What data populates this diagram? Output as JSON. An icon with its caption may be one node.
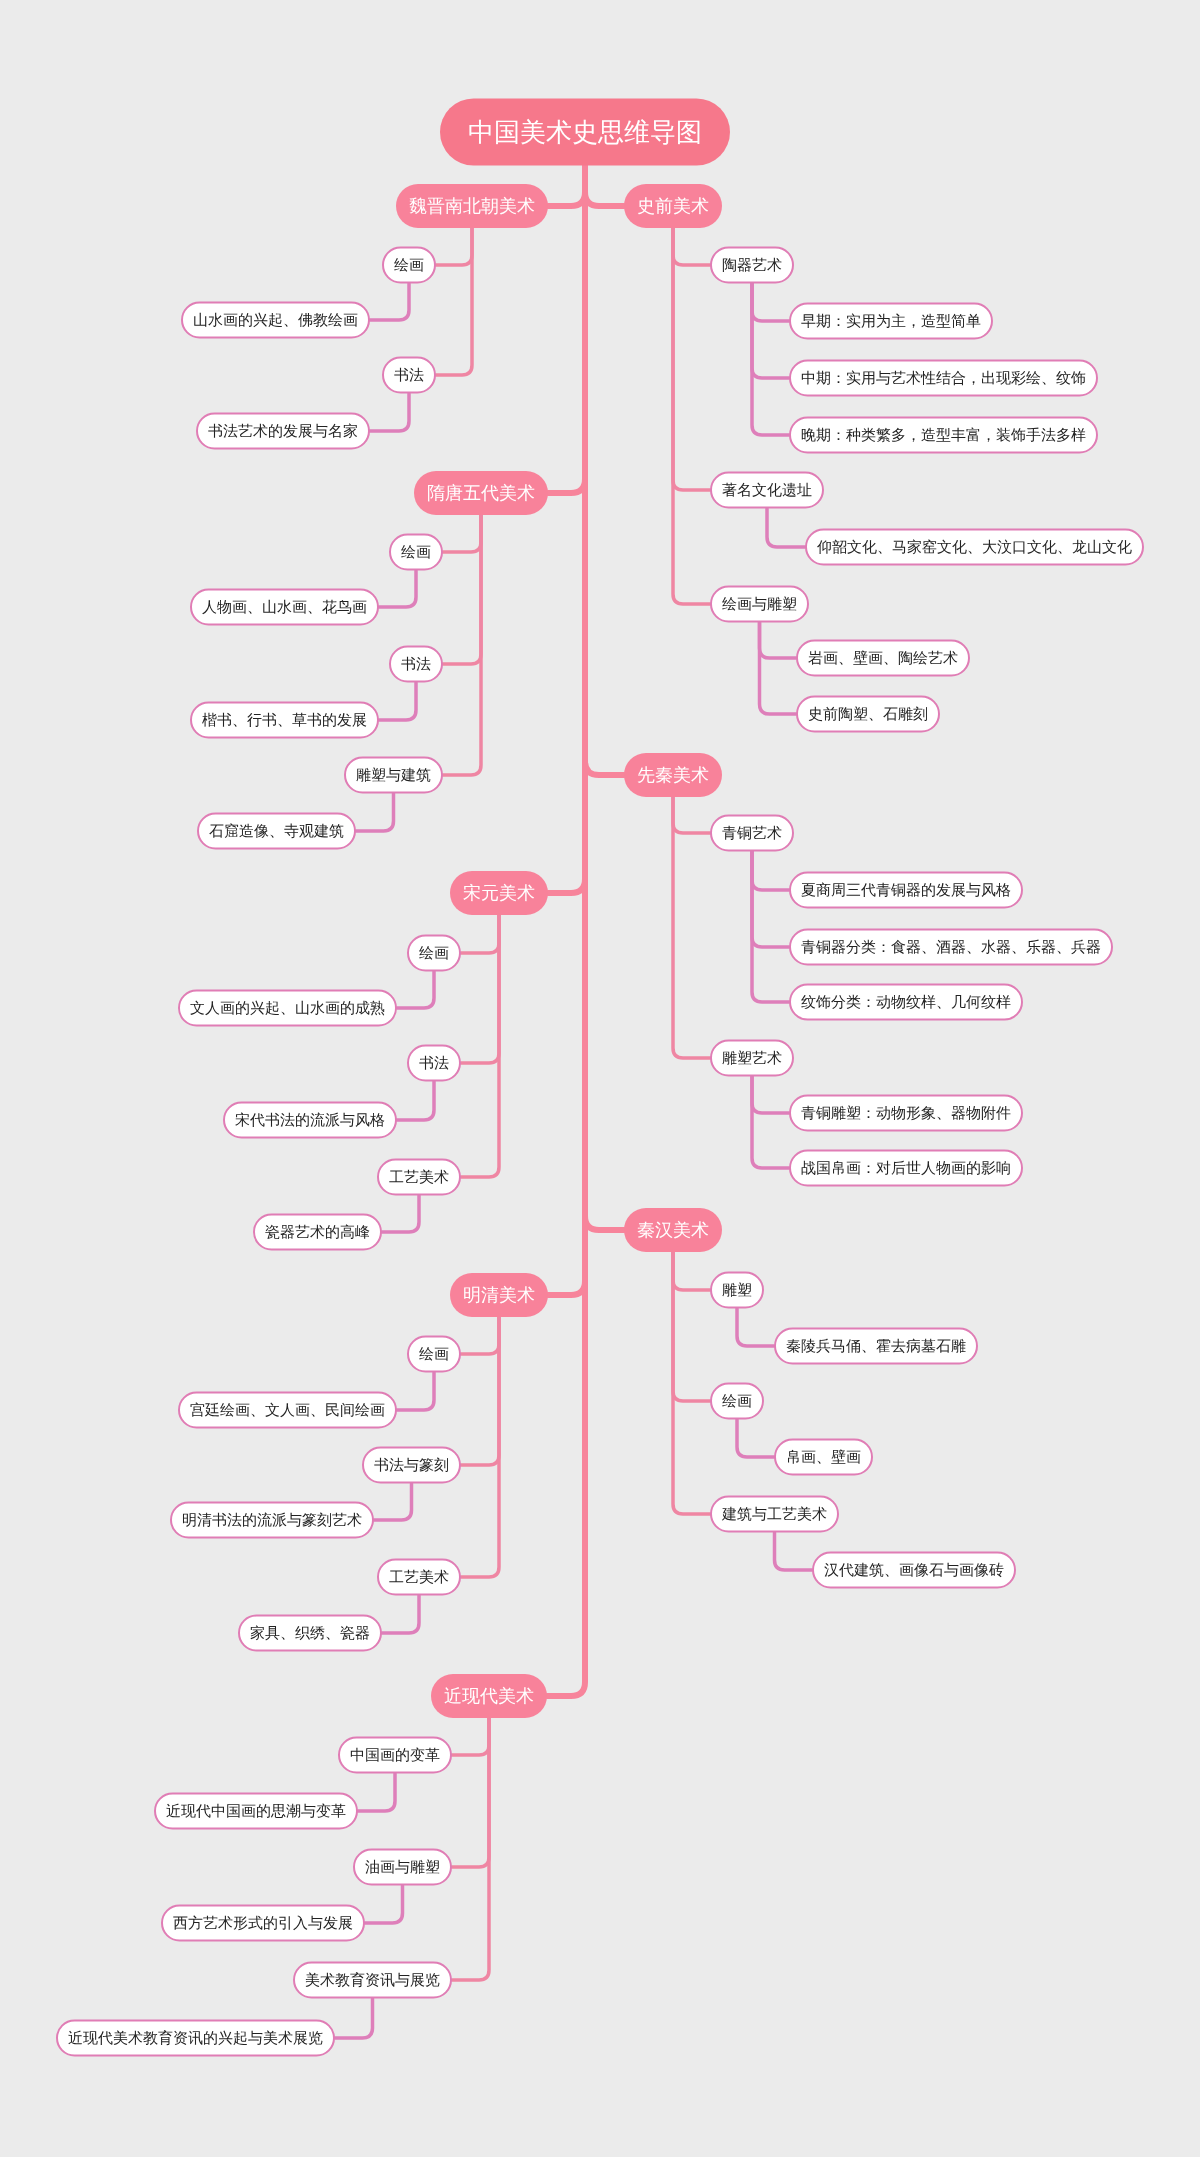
{
  "diagram": {
    "nodes": [
      {
        "text": [
          "中国美术史思维导图"
        ]
      },
      {
        "text": [
          "史前美术"
        ]
      },
      {
        "text": [
          "陶器艺术"
        ]
      },
      {
        "text": [
          "早期：实用为主，造型简单"
        ]
      },
      {
        "text": [
          "中期：实用与艺术性结合，出现彩绘、纹饰"
        ]
      },
      {
        "text": [
          "晚期：种类繁多，造型丰富，装饰手法多样"
        ]
      },
      {
        "text": [
          "著名文化遗址"
        ]
      },
      {
        "text": [
          "仰韶文化、马家窑文化、大汶口文化、龙山文化"
        ]
      },
      {
        "text": [
          "绘画与雕塑"
        ]
      },
      {
        "text": [
          "岩画、壁画、陶绘艺术"
        ]
      },
      {
        "text": [
          "史前陶塑、石雕刻"
        ]
      },
      {
        "text": [
          "先秦美术"
        ]
      },
      {
        "text": [
          "青铜艺术"
        ]
      },
      {
        "text": [
          "夏商周三代青铜器的发展与风格"
        ]
      },
      {
        "text": [
          "青铜器分类：食器、酒器、水器、乐器、兵器"
        ]
      },
      {
        "text": [
          "纹饰分类：动物纹样、几何纹样"
        ]
      },
      {
        "text": [
          "雕塑艺术"
        ]
      },
      {
        "text": [
          "青铜雕塑：动物形象、器物附件"
        ]
      },
      {
        "text": [
          "战国帛画：对后世人物画的影响"
        ]
      },
      {
        "text": [
          "秦汉美术"
        ]
      },
      {
        "text": [
          "雕塑"
        ]
      },
      {
        "text": [
          "秦陵兵马俑、霍去病墓石雕"
        ]
      },
      {
        "text": [
          "绘画"
        ]
      },
      {
        "text": [
          "帛画、壁画"
        ]
      },
      {
        "text": [
          "建筑与工艺美术"
        ]
      },
      {
        "text": [
          "汉代建筑、画像石与画像砖"
        ]
      },
      {
        "text": [
          "魏晋南北朝美术"
        ]
      },
      {
        "text": [
          "绘画"
        ]
      },
      {
        "text": [
          "山水画的兴起、佛教绘画"
        ]
      },
      {
        "text": [
          "书法"
        ]
      },
      {
        "text": [
          "书法艺术的发展与名家"
        ]
      },
      {
        "text": [
          "隋唐五代美术"
        ]
      },
      {
        "text": [
          "绘画"
        ]
      },
      {
        "text": [
          "人物画、山水画、花鸟画"
        ]
      },
      {
        "text": [
          "书法"
        ]
      },
      {
        "text": [
          "楷书、行书、草书的发展"
        ]
      },
      {
        "text": [
          "雕塑与建筑"
        ]
      },
      {
        "text": [
          "石窟造像、寺观建筑"
        ]
      },
      {
        "text": [
          "宋元美术"
        ]
      },
      {
        "text": [
          "绘画"
        ]
      },
      {
        "text": [
          "文人画的兴起、山水画的成熟"
        ]
      },
      {
        "text": [
          "书法"
        ]
      },
      {
        "text": [
          "宋代书法的流派与风格"
        ]
      },
      {
        "text": [
          "工艺美术"
        ]
      },
      {
        "text": [
          "瓷器艺术的高峰"
        ]
      },
      {
        "text": [
          "明清美术"
        ]
      },
      {
        "text": [
          "绘画"
        ]
      },
      {
        "text": [
          "宫廷绘画、文人画、民间绘画"
        ]
      },
      {
        "text": [
          "书法与篆刻"
        ]
      },
      {
        "text": [
          "明清书法的流派与篆刻艺术"
        ]
      },
      {
        "text": [
          "工艺美术"
        ]
      },
      {
        "text": [
          "家具、织绣、瓷器"
        ]
      },
      {
        "text": [
          "近现代美术"
        ]
      },
      {
        "text": [
          "中国画的变革"
        ]
      },
      {
        "text": [
          "近现代中国画的思潮与变革"
        ]
      },
      {
        "text": [
          "油画与雕塑"
        ]
      },
      {
        "text": [
          "西方艺术形式的引入与发展"
        ]
      },
      {
        "text": [
          "美术教育资讯与展览"
        ]
      },
      {
        "text": [
          "近现代美术教育资讯的兴起与美术展览"
        ]
      }
    ],
    "edges": [
      {
        "from": 0,
        "to": 1,
        "arrow": "none"
      },
      {
        "from": 1,
        "to": 2,
        "arrow": "none"
      },
      {
        "from": 2,
        "to": 3,
        "arrow": "none"
      },
      {
        "from": 2,
        "to": 4,
        "arrow": "none"
      },
      {
        "from": 2,
        "to": 5,
        "arrow": "none"
      },
      {
        "from": 1,
        "to": 6,
        "arrow": "none"
      },
      {
        "from": 6,
        "to": 7,
        "arrow": "none"
      },
      {
        "from": 1,
        "to": 8,
        "arrow": "none"
      },
      {
        "from": 8,
        "to": 9,
        "arrow": "none"
      },
      {
        "from": 8,
        "to": 10,
        "arrow": "none"
      },
      {
        "from": 0,
        "to": 11,
        "arrow": "none"
      },
      {
        "from": 11,
        "to": 12,
        "arrow": "none"
      },
      {
        "from": 12,
        "to": 13,
        "arrow": "none"
      },
      {
        "from": 12,
        "to": 14,
        "arrow": "none"
      },
      {
        "from": 12,
        "to": 15,
        "arrow": "none"
      },
      {
        "from": 11,
        "to": 16,
        "arrow": "none"
      },
      {
        "from": 16,
        "to": 17,
        "arrow": "none"
      },
      {
        "from": 16,
        "to": 18,
        "arrow": "none"
      },
      {
        "from": 0,
        "to": 19,
        "arrow": "none"
      },
      {
        "from": 19,
        "to": 20,
        "arrow": "none"
      },
      {
        "from": 20,
        "to": 21,
        "arrow": "none"
      },
      {
        "from": 19,
        "to": 22,
        "arrow": "none"
      },
      {
        "from": 22,
        "to": 23,
        "arrow": "none"
      },
      {
        "from": 19,
        "to": 24,
        "arrow": "none"
      },
      {
        "from": 24,
        "to": 25,
        "arrow": "none"
      },
      {
        "from": 0,
        "to": 26,
        "arrow": "none"
      },
      {
        "from": 26,
        "to": 27,
        "arrow": "none"
      },
      {
        "from": 27,
        "to": 28,
        "arrow": "none"
      },
      {
        "from": 26,
        "to": 29,
        "arrow": "none"
      },
      {
        "from": 29,
        "to": 30,
        "arrow": "none"
      },
      {
        "from": 0,
        "to": 31,
        "arrow": "none"
      },
      {
        "from": 31,
        "to": 32,
        "arrow": "none"
      },
      {
        "from": 32,
        "to": 33,
        "arrow": "none"
      },
      {
        "from": 31,
        "to": 34,
        "arrow": "none"
      },
      {
        "from": 34,
        "to": 35,
        "arrow": "none"
      },
      {
        "from": 31,
        "to": 36,
        "arrow": "none"
      },
      {
        "from": 36,
        "to": 37,
        "arrow": "none"
      },
      {
        "from": 0,
        "to": 38,
        "arrow": "none"
      },
      {
        "from": 38,
        "to": 39,
        "arrow": "none"
      },
      {
        "from": 39,
        "to": 40,
        "arrow": "none"
      },
      {
        "from": 38,
        "to": 41,
        "arrow": "none"
      },
      {
        "from": 41,
        "to": 42,
        "arrow": "none"
      },
      {
        "from": 38,
        "to": 43,
        "arrow": "none"
      },
      {
        "from": 43,
        "to": 44,
        "arrow": "none"
      },
      {
        "from": 0,
        "to": 45,
        "arrow": "none"
      },
      {
        "from": 45,
        "to": 46,
        "arrow": "none"
      },
      {
        "from": 46,
        "to": 47,
        "arrow": "none"
      },
      {
        "from": 45,
        "to": 48,
        "arrow": "none"
      },
      {
        "from": 48,
        "to": 49,
        "arrow": "none"
      },
      {
        "from": 45,
        "to": 50,
        "arrow": "none"
      },
      {
        "from": 50,
        "to": 51,
        "arrow": "none"
      },
      {
        "from": 0,
        "to": 52,
        "arrow": "none"
      },
      {
        "from": 52,
        "to": 53,
        "arrow": "none"
      },
      {
        "from": 53,
        "to": 54,
        "arrow": "none"
      },
      {
        "from": 52,
        "to": 55,
        "arrow": "none"
      },
      {
        "from": 55,
        "to": 56,
        "arrow": "none"
      },
      {
        "from": 52,
        "to": 57,
        "arrow": "none"
      },
      {
        "from": 57,
        "to": 58,
        "arrow": "none"
      }
    ]
  }
}
